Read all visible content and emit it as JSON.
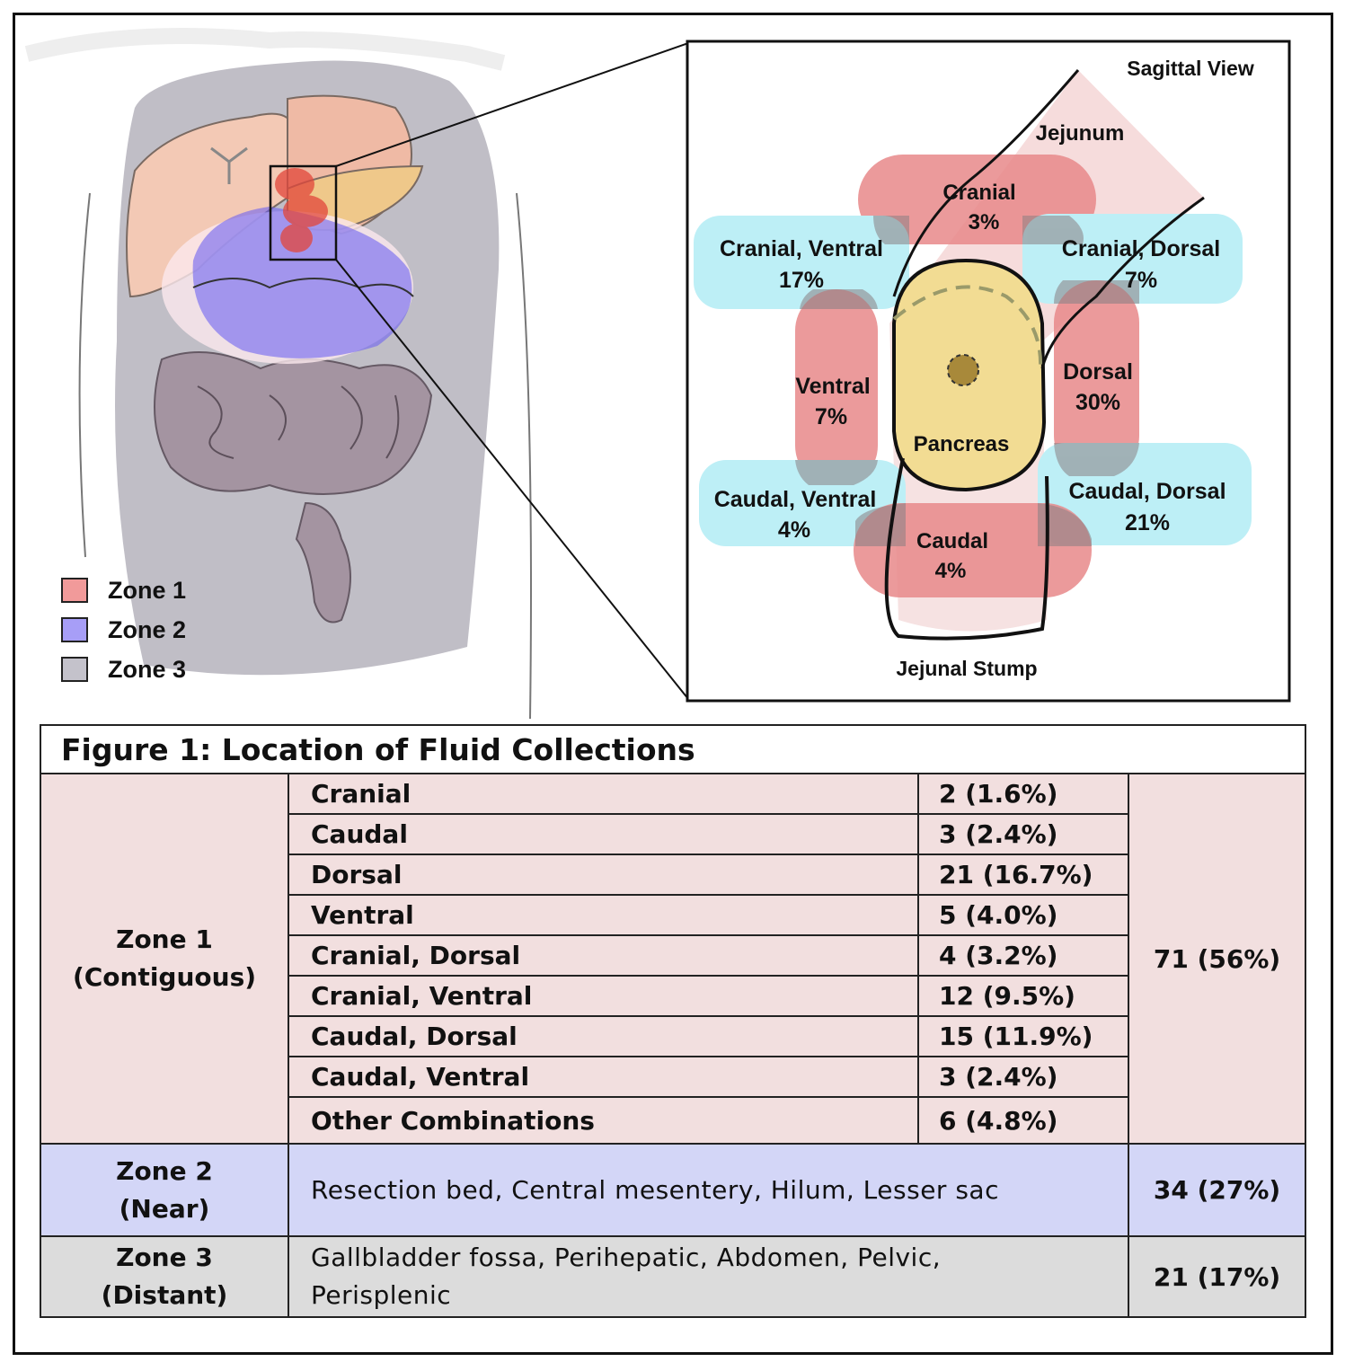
{
  "diagram": {
    "sagittal_title": "Sagittal View",
    "jejunum": "Jejunum",
    "pancreas": "Pancreas",
    "jejunal_stump": "Jejunal Stump",
    "regions": {
      "cranial": "Cranial",
      "cranial_pct": "3%",
      "cranial_ventral": "Cranial, Ventral",
      "cranial_ventral_pct": "17%",
      "cranial_dorsal": "Cranial, Dorsal",
      "cranial_dorsal_pct": "7%",
      "ventral": "Ventral",
      "ventral_pct": "7%",
      "dorsal": "Dorsal",
      "dorsal_pct": "30%",
      "caudal_ventral": "Caudal, Ventral",
      "caudal_ventral_pct": "4%",
      "caudal_dorsal": "Caudal, Dorsal",
      "caudal_dorsal_pct": "21%",
      "caudal": "Caudal",
      "caudal_pct": "4%"
    },
    "colors": {
      "zone1": "#e8888a",
      "zone2": "#7b6ff5",
      "zone3": "#b0aeb8",
      "cyan": "#bdeff6",
      "pancreas": "#f2dc93"
    }
  },
  "legend": [
    {
      "label": "Zone 1",
      "color": "#f19a9a"
    },
    {
      "label": "Zone 2",
      "color": "#a79ef7"
    },
    {
      "label": "Zone 3",
      "color": "#c4c2cb"
    }
  ],
  "table": {
    "title": "Figure 1: Location of Fluid Collections",
    "zone1": {
      "name": "Zone 1",
      "sub": "(Contiguous)",
      "total": "71 (56%)",
      "rows": [
        {
          "location": "Cranial",
          "count": "2 (1.6%)"
        },
        {
          "location": "Caudal",
          "count": "3 (2.4%)"
        },
        {
          "location": "Dorsal",
          "count": "21 (16.7%)"
        },
        {
          "location": "Ventral",
          "count": "5 (4.0%)"
        },
        {
          "location": "Cranial, Dorsal",
          "count": "4 (3.2%)"
        },
        {
          "location": "Cranial, Ventral",
          "count": "12 (9.5%)"
        },
        {
          "location": "Caudal, Dorsal",
          "count": "15 (11.9%)"
        },
        {
          "location": "Caudal, Ventral",
          "count": "3 (2.4%)"
        },
        {
          "location": "Other Combinations",
          "count": "6 (4.8%)"
        }
      ]
    },
    "zone2": {
      "name": "Zone 2",
      "sub": "(Near)",
      "description": "Resection bed, Central mesentery, Hilum, Lesser sac",
      "total": "34 (27%)"
    },
    "zone3": {
      "name": "Zone 3",
      "sub": "(Distant)",
      "description_line1": "Gallbladder fossa, Perihepatic, Abdomen, Pelvic,",
      "description_line2": "Perisplenic",
      "total": "21 (17%)"
    }
  }
}
